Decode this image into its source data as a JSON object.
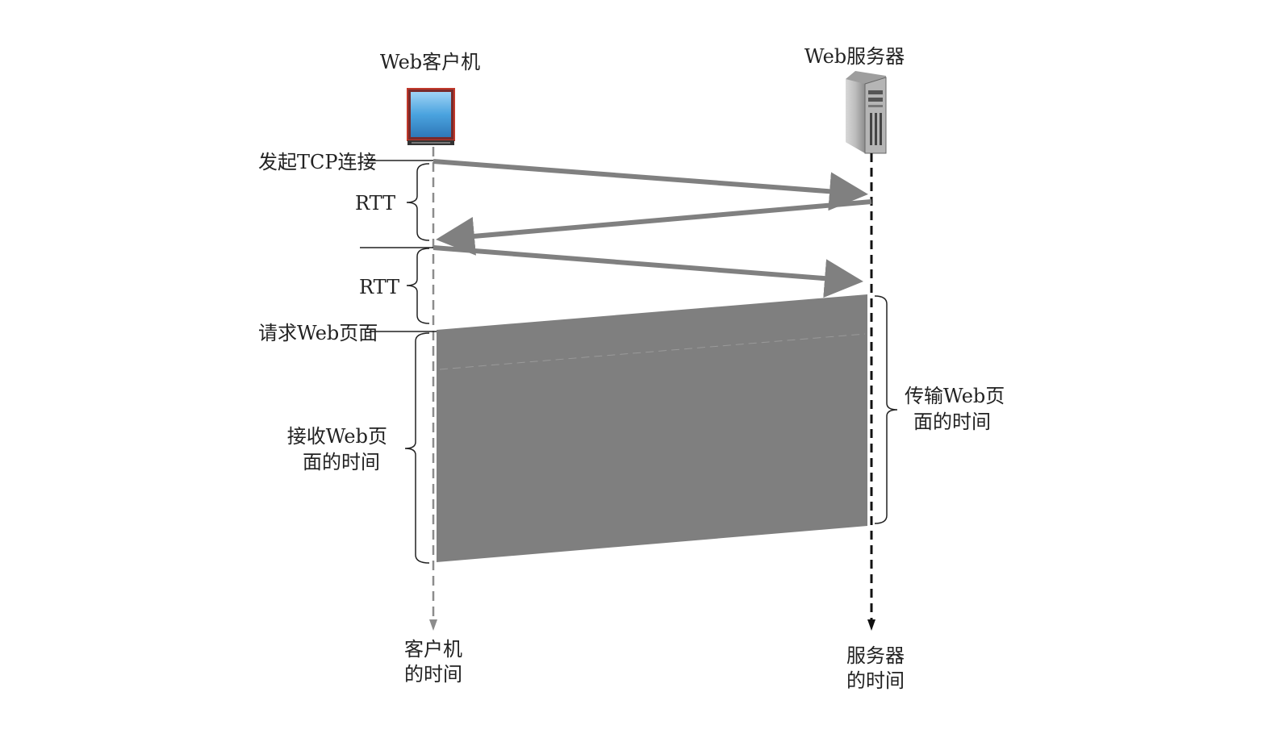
{
  "client": {
    "title": "Web客户机",
    "icon": "laptop-icon",
    "timeline_label_line1": "客户机",
    "timeline_label_line2": "的时间"
  },
  "server": {
    "title": "Web服务器",
    "icon": "server-tower-icon",
    "timeline_label_line1": "服务器",
    "timeline_label_line2": "的时间"
  },
  "events": {
    "initiate_tcp": "发起TCP连接",
    "rtt_1": "RTT",
    "rtt_2": "RTT",
    "request_page": "请求Web页面",
    "receive_time_line1": "接收Web页",
    "receive_time_line2": "面的时间",
    "transmit_time_line1": "传输Web页",
    "transmit_time_line2": "面的时间"
  },
  "colors": {
    "arrow": "#808080",
    "transfer_fill": "#7f7f7f",
    "client_timeline": "#8c8c8c",
    "server_timeline": "#111111",
    "laptop_screen": "#4aa3df",
    "laptop_frame": "#c0392b"
  }
}
